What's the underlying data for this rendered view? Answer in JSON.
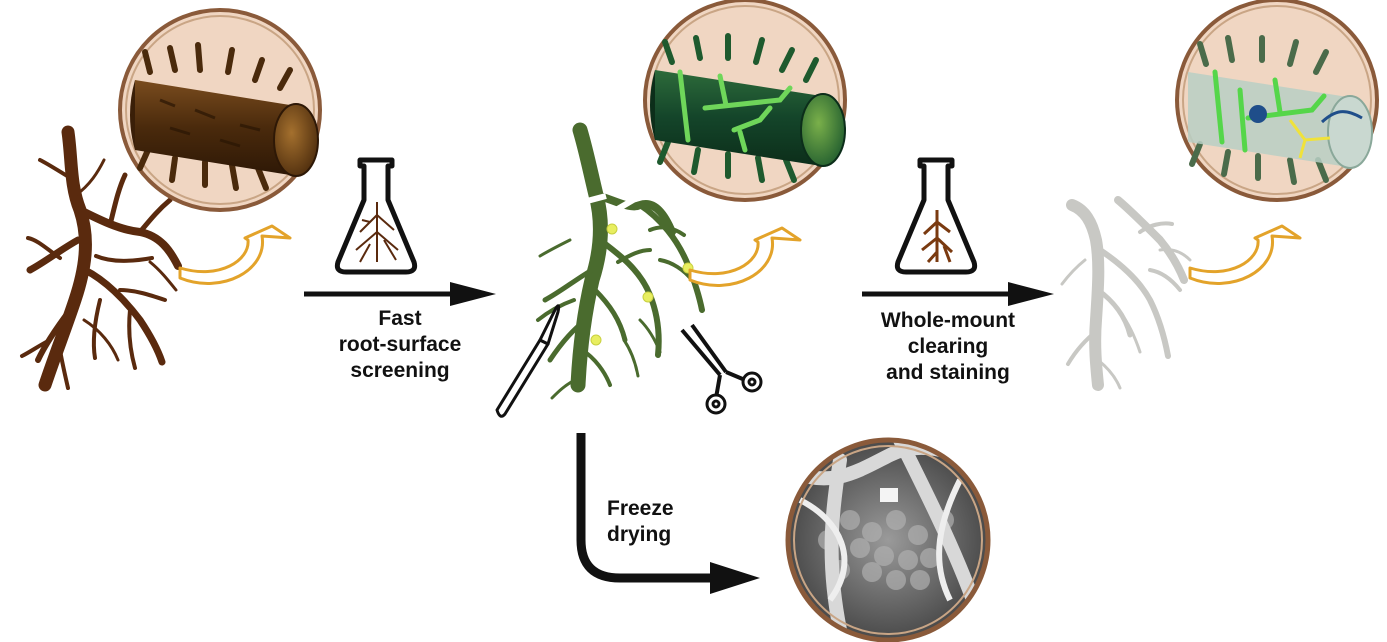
{
  "steps": {
    "screening": {
      "line1": "Fast",
      "line2": "root-surface",
      "line3": "screening"
    },
    "clearing": {
      "line1": "Whole-mount",
      "line2": "clearing",
      "line3": "and staining"
    },
    "freeze": {
      "line1": "Freeze",
      "line2": "drying"
    }
  },
  "colors": {
    "root_brown": "#5a2a0e",
    "root_green": "#4a6b2e",
    "root_grey": "#c8c8c4",
    "arrow_curve": "#e3a32a",
    "circle_fill": "#f0d6c2",
    "circle_border": "#8a5a3a",
    "hypha_green": "#55d64a",
    "hypha_yellow": "#f0e23a",
    "hypha_blue": "#1f4e8a"
  },
  "icons": [
    "flask-icon",
    "scalpel-icon",
    "scissors-icon",
    "curved-arrow-icon"
  ]
}
